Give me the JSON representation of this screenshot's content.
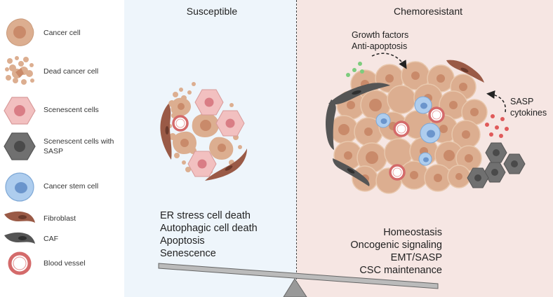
{
  "legend": [
    {
      "icon": "cancer-cell-icon",
      "label": "Cancer cell"
    },
    {
      "icon": "dead-cancer-cell-icon",
      "label": "Dead cancer cell"
    },
    {
      "icon": "senescent-cell-icon",
      "label": "Scenescent cells"
    },
    {
      "icon": "senescent-sasp-cell-icon",
      "label": "Scenescent cells with SASP"
    },
    {
      "icon": "cancer-stem-cell-icon",
      "label": "Cancer stem cell"
    },
    {
      "icon": "fibroblast-icon",
      "label": "Fibroblast"
    },
    {
      "icon": "caf-icon",
      "label": "CAF"
    },
    {
      "icon": "blood-vessel-icon",
      "label": "Blood vessel"
    }
  ],
  "left_panel": {
    "title": "Susceptible",
    "outcomes": [
      "ER stress cell death",
      "Autophagic cell death",
      "Apoptosis",
      "Senescence"
    ]
  },
  "right_panel": {
    "title": "Chemoresistant",
    "signal_top": [
      "Growth factors",
      "Anti-apoptosis"
    ],
    "signal_side": [
      "SASP",
      "cytokines"
    ],
    "outcomes": [
      "Homeostasis",
      "Oncogenic signaling",
      "EMT/SASP",
      "CSC maintenance"
    ]
  },
  "colors": {
    "left_bg": "#eef5fb",
    "right_bg": "#f6e6e3",
    "cancer_cell": "#dcae90",
    "cancer_nucleus": "#c98a6a",
    "senescent": "#f2c0c0",
    "sasp_cell": "#707070",
    "stem_cell": "#aecdee",
    "fibroblast": "#9a5a46",
    "caf": "#555555",
    "vessel": "#d46a6a",
    "green_dot": "#7dcc7d",
    "red_dot": "#e05a5a",
    "balance": "#999999"
  }
}
